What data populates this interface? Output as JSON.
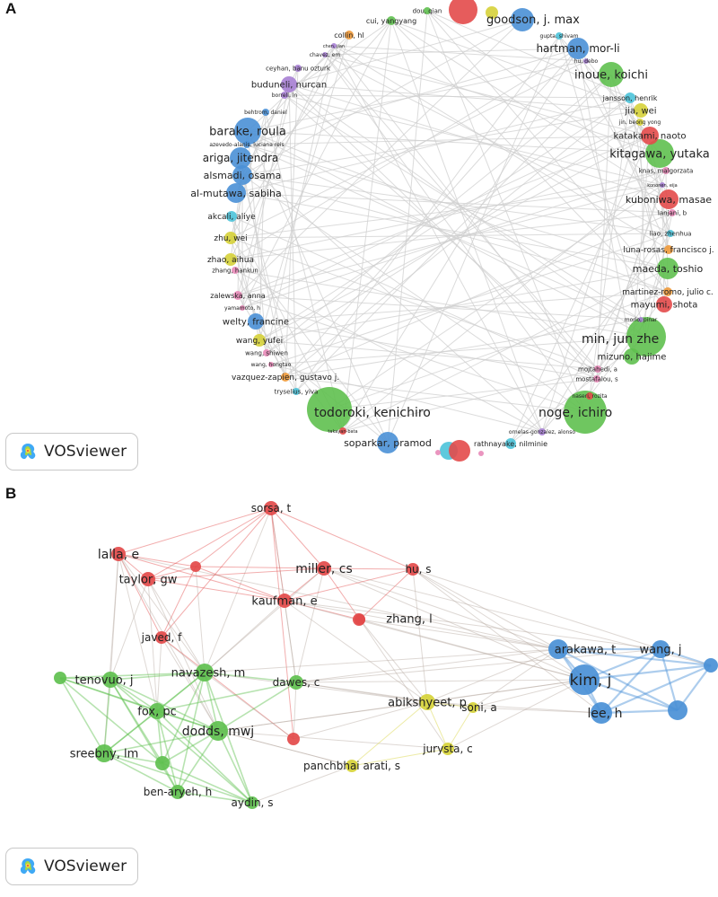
{
  "colors": {
    "red": "#e34a4a",
    "green": "#5fc04f",
    "blue": "#4a90d6",
    "yellow": "#d6d23a",
    "purple": "#a77fd4",
    "cyan": "#4dc3d9",
    "orange": "#f09a3a",
    "pink": "#e889b8",
    "edge": "#cfcfcf"
  },
  "brand": {
    "label": "VOSviewer",
    "icon": "vosviewer-logo-icon"
  },
  "panel_a": {
    "letter": "A",
    "nodes": [
      {
        "label": "goodson, j. max",
        "color": "blue",
        "size": 13,
        "fs": 13
      },
      {
        "label": "cui, yangyang",
        "color": "green",
        "size": 5,
        "fs": 8
      },
      {
        "label": "dou, qian",
        "color": "green",
        "size": 4,
        "fs": 7
      },
      {
        "label": "collin, hl",
        "color": "orange",
        "size": 5,
        "fs": 8
      },
      {
        "label": "chen, jian",
        "color": "purple",
        "size": 3,
        "fs": 5
      },
      {
        "label": "chavez, em",
        "color": "purple",
        "size": 3,
        "fs": 6
      },
      {
        "label": "ceyhan, banu ozturk",
        "color": "purple",
        "size": 4,
        "fs": 7
      },
      {
        "label": "buduneli, nurcan",
        "color": "purple",
        "size": 9,
        "fs": 10
      },
      {
        "label": "borrell, ln",
        "color": "purple",
        "size": 4,
        "fs": 6
      },
      {
        "label": "behtrom, daniel",
        "color": "blue",
        "size": 4,
        "fs": 6
      },
      {
        "label": "barake, roula",
        "color": "blue",
        "size": 15,
        "fs": 13
      },
      {
        "label": "azevedo-alanis, luciana reis",
        "color": "blue",
        "size": 4,
        "fs": 6
      },
      {
        "label": "ariga, jitendra",
        "color": "blue",
        "size": 12,
        "fs": 12
      },
      {
        "label": "alsmadi, osama",
        "color": "blue",
        "size": 11,
        "fs": 11
      },
      {
        "label": "al-mutawa, sabiha",
        "color": "blue",
        "size": 11,
        "fs": 11
      },
      {
        "label": "akcali, aliye",
        "color": "cyan",
        "size": 6,
        "fs": 9
      },
      {
        "label": "zhu, wei",
        "color": "yellow",
        "size": 7,
        "fs": 9
      },
      {
        "label": "zhao, aihua",
        "color": "yellow",
        "size": 7,
        "fs": 9
      },
      {
        "label": "zhang, hankun",
        "color": "pink",
        "size": 4,
        "fs": 7
      },
      {
        "label": "zalewska, anna",
        "color": "pink",
        "size": 5,
        "fs": 8
      },
      {
        "label": "yamamoto, h",
        "color": "pink",
        "size": 3,
        "fs": 6
      },
      {
        "label": "welty, francine",
        "color": "blue",
        "size": 9,
        "fs": 10
      },
      {
        "label": "wang, yufei",
        "color": "yellow",
        "size": 7,
        "fs": 9
      },
      {
        "label": "wang, shiwen",
        "color": "pink",
        "size": 4,
        "fs": 7
      },
      {
        "label": "wang, hongtao",
        "color": "pink",
        "size": 3,
        "fs": 6
      },
      {
        "label": "vazquez-zapien, gustavo j.",
        "color": "orange",
        "size": 5,
        "fs": 9
      },
      {
        "label": "tryselius, yiva",
        "color": "cyan",
        "size": 4,
        "fs": 7
      },
      {
        "label": "todoroki, kenichiro",
        "color": "green",
        "size": 25,
        "fs": 14
      },
      {
        "label": "takayan-bata",
        "color": "red",
        "size": 4,
        "fs": 5
      },
      {
        "label": "soparkar, pramod",
        "color": "blue",
        "size": 12,
        "fs": 11
      },
      {
        "label": "rathnayake, nilminie",
        "color": "cyan",
        "size": 6,
        "fs": 8
      },
      {
        "label": "ornelas-gonzalez, alonso",
        "color": "purple",
        "size": 4,
        "fs": 6
      },
      {
        "label": "noge, ichiro",
        "color": "green",
        "size": 24,
        "fs": 14
      },
      {
        "label": "naseri, rozita",
        "color": "red",
        "size": 4,
        "fs": 6
      },
      {
        "label": "mostafalou, s",
        "color": "pink",
        "size": 4,
        "fs": 7
      },
      {
        "label": "mojtahedi, a",
        "color": "pink",
        "size": 4,
        "fs": 7
      },
      {
        "label": "mizuno, hajime",
        "color": "green",
        "size": 9,
        "fs": 10
      },
      {
        "label": "min, jun zhe",
        "color": "green",
        "size": 22,
        "fs": 14
      },
      {
        "label": "morio, pinar",
        "color": "purple",
        "size": 3,
        "fs": 6
      },
      {
        "label": "mayumi, shota",
        "color": "red",
        "size": 9,
        "fs": 10
      },
      {
        "label": "martinez-romo, julio c.",
        "color": "orange",
        "size": 5,
        "fs": 9
      },
      {
        "label": "maeda, toshio",
        "color": "green",
        "size": 12,
        "fs": 11
      },
      {
        "label": "luna-rosas, francisco j.",
        "color": "orange",
        "size": 5,
        "fs": 9
      },
      {
        "label": "liao, zhenhua",
        "color": "cyan",
        "size": 4,
        "fs": 7
      },
      {
        "label": "lanjani, b",
        "color": "pink",
        "size": 4,
        "fs": 7
      },
      {
        "label": "kuboniwa, masae",
        "color": "red",
        "size": 11,
        "fs": 11
      },
      {
        "label": "kononen, eija",
        "color": "purple",
        "size": 3,
        "fs": 5
      },
      {
        "label": "knas, malgorzata",
        "color": "pink",
        "size": 4,
        "fs": 7
      },
      {
        "label": "kitagawa, yutaka",
        "color": "green",
        "size": 16,
        "fs": 13
      },
      {
        "label": "katakami, naoto",
        "color": "red",
        "size": 10,
        "fs": 10
      },
      {
        "label": "jin, beong yong",
        "color": "yellow",
        "size": 4,
        "fs": 6
      },
      {
        "label": "jia, wei",
        "color": "yellow",
        "size": 8,
        "fs": 10
      },
      {
        "label": "jansson, henrik",
        "color": "cyan",
        "size": 6,
        "fs": 8
      },
      {
        "label": "inoue, koichi",
        "color": "green",
        "size": 14,
        "fs": 13
      },
      {
        "label": "hu, debo",
        "color": "purple",
        "size": 3,
        "fs": 6
      },
      {
        "label": "hartman, mor-li",
        "color": "blue",
        "size": 12,
        "fs": 12
      },
      {
        "label": "gupta, shivam",
        "color": "cyan",
        "size": 4,
        "fs": 6
      }
    ]
  },
  "panel_b": {
    "letter": "B",
    "nodes": [
      {
        "label": "sorsa, t",
        "color": "red",
        "size": 8,
        "fs": 12
      },
      {
        "label": "lalla, e",
        "color": "red",
        "size": 8,
        "fs": 14
      },
      {
        "label": "taylor, gw",
        "color": "red",
        "size": 8,
        "fs": 13
      },
      {
        "label": "",
        "color": "red",
        "size": 6,
        "fs": 10
      },
      {
        "label": "miller, cs",
        "color": "red",
        "size": 8,
        "fs": 14
      },
      {
        "label": "hu, s",
        "color": "red",
        "size": 7,
        "fs": 12
      },
      {
        "label": "kaufman, e",
        "color": "red",
        "size": 8,
        "fs": 13
      },
      {
        "label": "zhang, l",
        "color": "red",
        "size": 6,
        "fs": 13
      },
      {
        "label": "javed, f",
        "color": "red",
        "size": 7,
        "fs": 12
      },
      {
        "label": "",
        "color": "red",
        "size": 7,
        "fs": 10
      },
      {
        "label": "tenovuo, j",
        "color": "green",
        "size": 9,
        "fs": 13
      },
      {
        "label": "",
        "color": "green",
        "size": 7,
        "fs": 10
      },
      {
        "label": "navazesh, m",
        "color": "green",
        "size": 10,
        "fs": 13
      },
      {
        "label": "dawes, c",
        "color": "green",
        "size": 8,
        "fs": 12
      },
      {
        "label": "fox, pc",
        "color": "green",
        "size": 9,
        "fs": 13
      },
      {
        "label": "dodds, mwj",
        "color": "green",
        "size": 11,
        "fs": 14
      },
      {
        "label": "sreebny, lm",
        "color": "green",
        "size": 10,
        "fs": 13
      },
      {
        "label": "",
        "color": "green",
        "size": 8,
        "fs": 10
      },
      {
        "label": "ben-aryeh, h",
        "color": "green",
        "size": 8,
        "fs": 12
      },
      {
        "label": "aydin, s",
        "color": "green",
        "size": 7,
        "fs": 12
      },
      {
        "label": "abikshyeet, p",
        "color": "yellow",
        "size": 9,
        "fs": 13
      },
      {
        "label": "soni, a",
        "color": "yellow",
        "size": 6,
        "fs": 12
      },
      {
        "label": "jurysta, c",
        "color": "yellow",
        "size": 7,
        "fs": 12
      },
      {
        "label": "panchbhai arati, s",
        "color": "yellow",
        "size": 7,
        "fs": 12
      },
      {
        "label": "",
        "color": "red",
        "size": 7,
        "fs": 10
      },
      {
        "label": "arakawa, t",
        "color": "blue",
        "size": 11,
        "fs": 13
      },
      {
        "label": "wang, j",
        "color": "blue",
        "size": 10,
        "fs": 13
      },
      {
        "label": "kim, j",
        "color": "blue",
        "size": 17,
        "fs": 17
      },
      {
        "label": "",
        "color": "blue",
        "size": 8,
        "fs": 10
      },
      {
        "label": "lee, h",
        "color": "blue",
        "size": 12,
        "fs": 14
      },
      {
        "label": "",
        "color": "blue",
        "size": 11,
        "fs": 10
      }
    ]
  }
}
